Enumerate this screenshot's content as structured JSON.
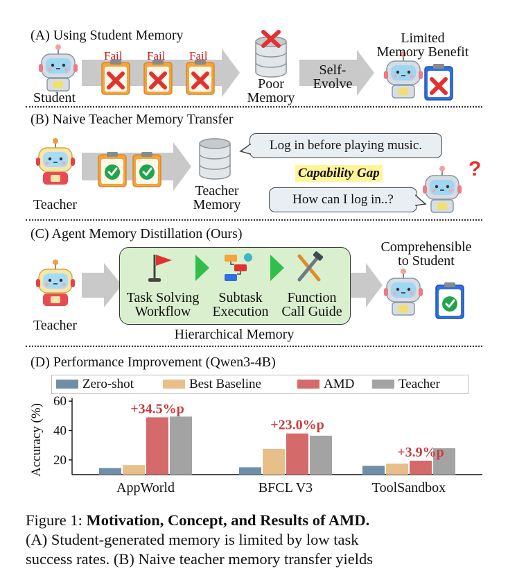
{
  "section_a": {
    "title": "(A) Using Student Memory",
    "fail_labels": [
      "Fail",
      "Fail",
      "Fail"
    ],
    "student_label": "Student",
    "poor_memory": [
      "Poor",
      "Memory"
    ],
    "self_evolve": [
      "Self-",
      "Evolve"
    ],
    "limited_benefit": [
      "Limited",
      "Memory Benefit"
    ]
  },
  "section_b": {
    "title": "(B) Naive Teacher Memory Transfer",
    "teacher_label": "Teacher",
    "teacher_memory": [
      "Teacher",
      "Memory"
    ],
    "bubble_teacher": "Log in before playing music.",
    "capability_gap": "Capability Gap",
    "bubble_student": "How can I log in..?"
  },
  "section_c": {
    "title": "(C) Agent Memory Distillation (Ours)",
    "teacher_label": "Teacher",
    "steps": [
      [
        "Task Solving",
        "Workflow"
      ],
      [
        "Subtask",
        "Execution"
      ],
      [
        "Function",
        "Call Guide"
      ]
    ],
    "hierarchical_memory": "Hierarchical Memory",
    "comprehensible": [
      "Comprehensible",
      "to Student"
    ]
  },
  "section_d": {
    "title": "(D) Performance Improvement (Qwen3-4B)"
  },
  "chart_data": {
    "type": "bar",
    "categories": [
      "AppWorld",
      "BFCL V3",
      "ToolSandbox"
    ],
    "series": [
      {
        "name": "Zero-shot",
        "color": "#6f8fa8",
        "values": [
          14.5,
          15.0,
          16.0
        ]
      },
      {
        "name": "Best Baseline",
        "color": "#e8bf88",
        "values": [
          16.5,
          27.5,
          17.5
        ]
      },
      {
        "name": "AMD",
        "color": "#d46a6a",
        "values": [
          49.0,
          38.0,
          19.5
        ]
      },
      {
        "name": "Teacher",
        "color": "#a3a3a3",
        "values": [
          49.5,
          36.5,
          28.0
        ]
      }
    ],
    "annotations": [
      "+34.5%p",
      "+23.0%p",
      "+3.9%p"
    ],
    "annotation_color": "#c83c3c",
    "ylabel": "Accuracy (%)",
    "yticks": [
      "20",
      "40",
      "60"
    ],
    "ylim": [
      10,
      61
    ],
    "legend_position": "top"
  },
  "caption": {
    "line1_prefix": "Figure 1: ",
    "line1_bold": "Motivation, Concept, and Results of AMD.",
    "line2": "(A) Student-generated memory is limited by low task",
    "line3": "success rates. (B) Naive teacher memory transfer yields"
  },
  "colors": {
    "fail_red": "#d21f1f",
    "check_green": "#1fa64a",
    "arrow_gray": "#c9c9c9",
    "memory_box_green": "#d9efcd",
    "gap_yellow": "#fff49a"
  }
}
